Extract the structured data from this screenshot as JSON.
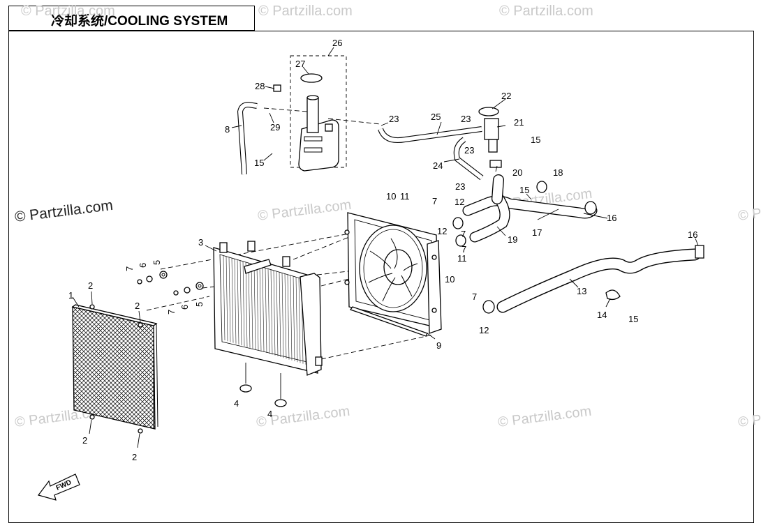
{
  "title": "冷却系统/COOLING SYSTEM",
  "watermark_main": "© Partzilla.com",
  "watermark_faded": "© Partzilla.com",
  "fwd_label": "FWD",
  "callouts": {
    "c1": "1",
    "c2a": "2",
    "c2b": "2",
    "c2c": "2",
    "c2d": "2",
    "c3": "3",
    "c4a": "4",
    "c4b": "4",
    "c5a": "5",
    "c5b": "5",
    "c6a": "6",
    "c6b": "6",
    "c7a": "7",
    "c7b": "7",
    "c7c": "7",
    "c7d": "7",
    "c7e": "7",
    "c8": "8",
    "c9": "9",
    "c10a": "10",
    "c10b": "10",
    "c11a": "11",
    "c11b": "11",
    "c12a": "12",
    "c12b": "12",
    "c12c": "12",
    "c13": "13",
    "c14": "14",
    "c15a": "15",
    "c15b": "15",
    "c15c": "15",
    "c15d": "15",
    "c16a": "16",
    "c16b": "16",
    "c17": "17",
    "c18": "18",
    "c19": "19",
    "c20": "20",
    "c21": "21",
    "c22": "22",
    "c23a": "23",
    "c23b": "23",
    "c23c": "23",
    "c23d": "23",
    "c24": "24",
    "c25": "25",
    "c26": "26",
    "c27": "27",
    "c28": "28",
    "c29": "29"
  }
}
